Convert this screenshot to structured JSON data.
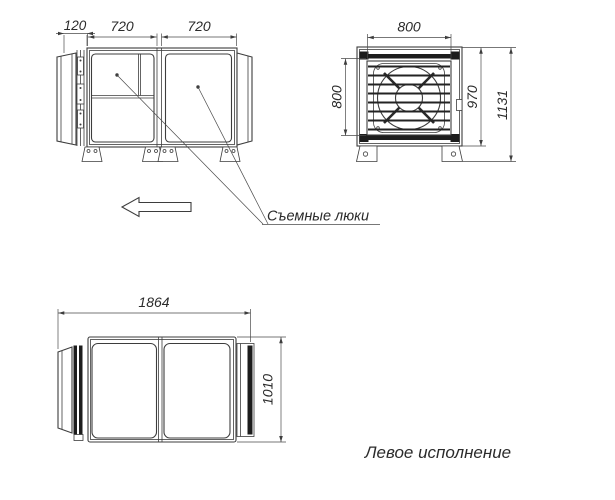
{
  "drawing": {
    "type": "technical-orthographic-views",
    "subject": "ventilation-unit",
    "labels": {
      "hatches": "Съемные люки",
      "version": "Левое исполнение"
    },
    "dims": {
      "d120": "120",
      "d720a": "720",
      "d720b": "720",
      "d800w": "800",
      "d800h": "800",
      "d970": "970",
      "d1131": "1131",
      "d1864": "1864",
      "d1010": "1010"
    },
    "icons": {
      "airflow_arrow_direction": "left"
    },
    "colors": {
      "line": "#3d3d3d",
      "dark": "#1d1d1d",
      "text": "#2b2b2b",
      "background": "#ffffff"
    }
  }
}
